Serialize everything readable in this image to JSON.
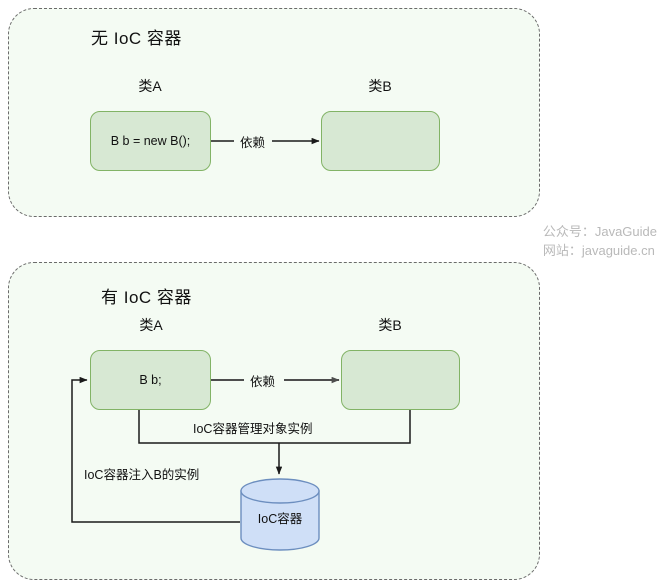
{
  "diagram": {
    "panels": [
      {
        "id": "no-ioc",
        "title": "无 IoC 容器",
        "class_a_caption": "类A",
        "class_b_caption": "类B",
        "box_a_text": "B b = new B();",
        "box_b_text": "",
        "depends_label": "依赖"
      },
      {
        "id": "with-ioc",
        "title": "有 IoC 容器",
        "class_a_caption": "类A",
        "class_b_caption": "类B",
        "box_a_text": "B b;",
        "box_b_text": "",
        "depends_label": "依赖",
        "manage_label": "IoC容器管理对象实例",
        "inject_label": "IoC容器注入B的实例",
        "container_label": "IoC容器"
      }
    ],
    "watermark": {
      "line1": "公众号：JavaGuide",
      "line2": "网站：javaguide.cn"
    },
    "colors": {
      "panel_fill": "#f4fbf3",
      "panel_border": "#6b6b6b",
      "class_box_fill": "#d7e8d3",
      "class_box_border": "#82b366",
      "cylinder_fill": "#cfdff7",
      "cylinder_border": "#6c8ebf",
      "connector": "#1a1a1a",
      "watermark_text": "#b9b9b9"
    }
  }
}
